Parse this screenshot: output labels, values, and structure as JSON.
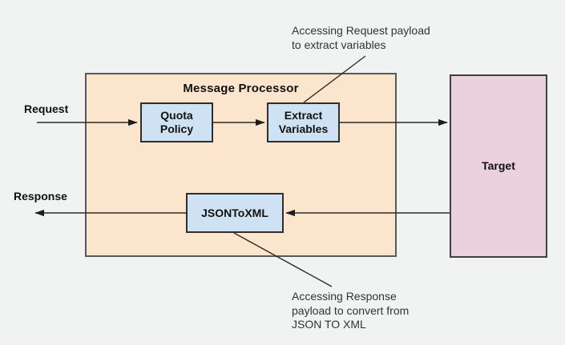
{
  "diagram": {
    "title": "Message Processor",
    "flow_labels": {
      "request": "Request",
      "response": "Response"
    },
    "nodes": {
      "quota_policy": "Quota Policy",
      "extract_variables": "Extract Variables",
      "json_to_xml": "JSONToXML",
      "target": "Target"
    },
    "annotations": {
      "top": {
        "line1": "Accessing Request payload",
        "line2": "to extract variables"
      },
      "bottom": {
        "line1": "Accessing Response",
        "line2": "payload to convert from",
        "line3": "JSON TO XML"
      }
    },
    "colors": {
      "background": "#f1f3f3",
      "processor_fill": "#fce5cd",
      "processor_border": "#595959",
      "policy_node_fill": "#cfe2f3",
      "policy_node_border": "#2e2e2e",
      "target_fill": "#ead1dc",
      "target_border": "#404040",
      "connector_line": "#2b2b2b",
      "text": "#111111",
      "annotation_text": "#333333"
    }
  }
}
